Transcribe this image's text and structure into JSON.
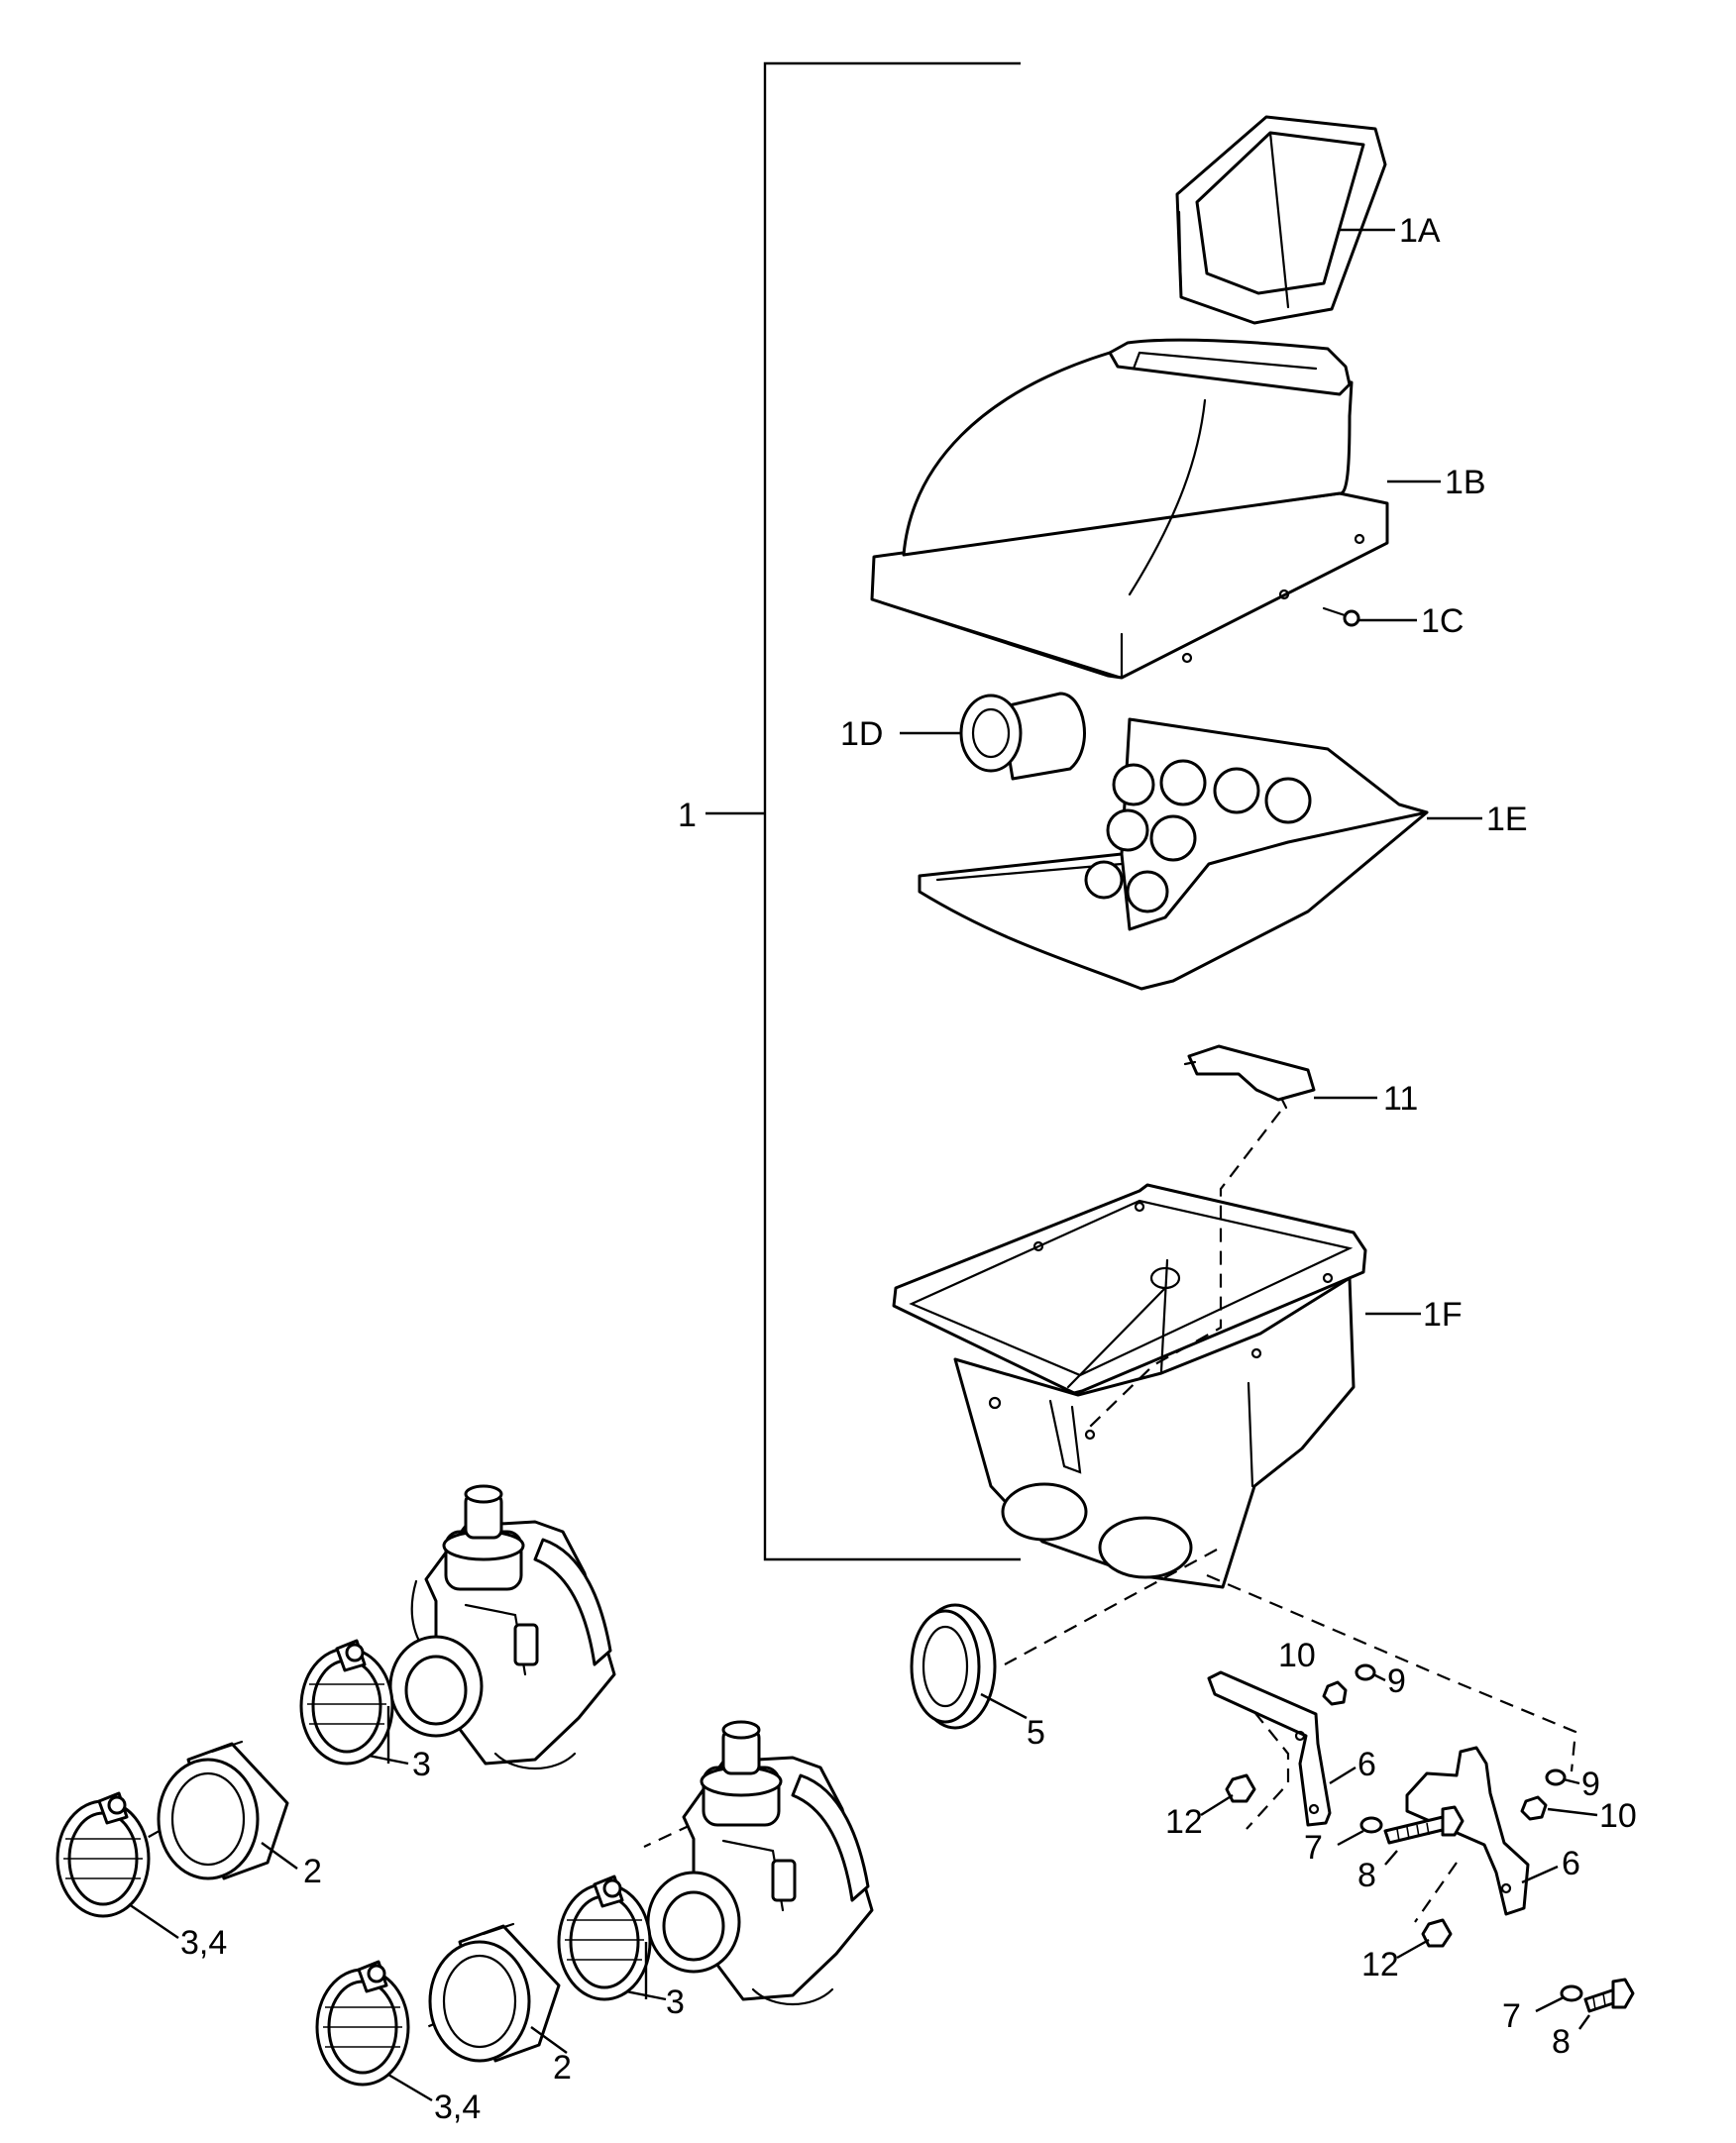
{
  "diagram": {
    "labels": {
      "l1": "1",
      "l1A": "1A",
      "l1B": "1B",
      "l1C": "1C",
      "l1D": "1D",
      "l1E": "1E",
      "l1F": "1F",
      "l11": "11",
      "l5": "5",
      "l2a": "2",
      "l2b": "2",
      "l3a": "3",
      "l3b": "3",
      "l34a": "3,4",
      "l34b": "3,4",
      "l6a": "6",
      "l6b": "6",
      "l7a": "7",
      "l7b": "7",
      "l8a": "8",
      "l8b": "8",
      "l9a": "9",
      "l9b": "9",
      "l10a": "10",
      "l10b": "10",
      "l12a": "12",
      "l12b": "12"
    }
  }
}
